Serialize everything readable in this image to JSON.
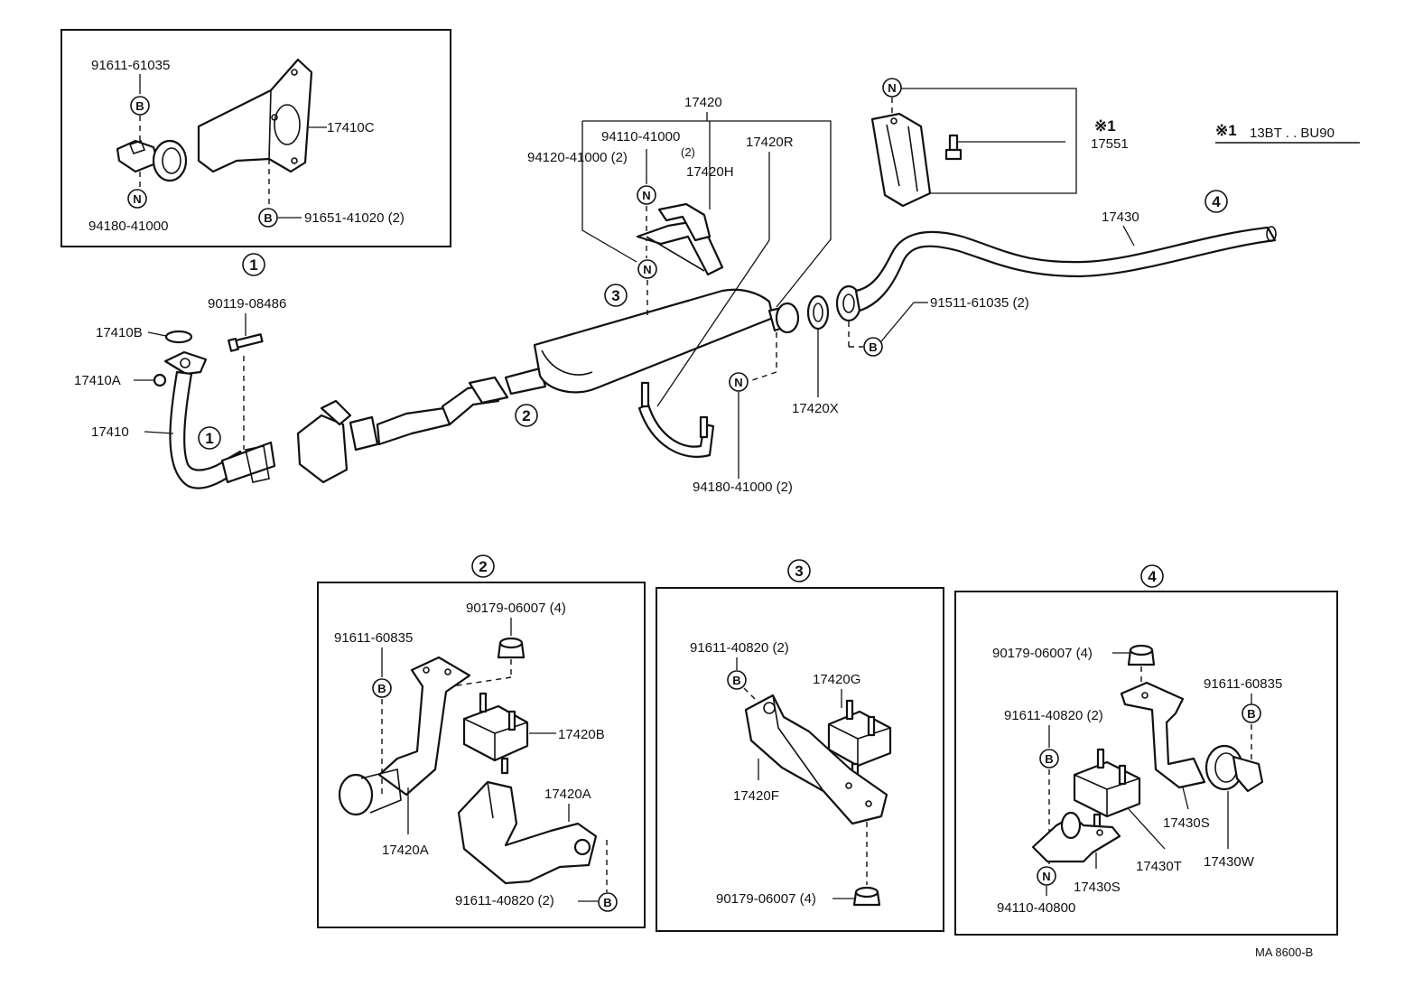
{
  "note": {
    "symbol": "※1",
    "text": "13BT . . BU90"
  },
  "diagram_code": "MA 8600-B",
  "callouts": {
    "c1": "1",
    "c2": "2",
    "c3": "3",
    "c4": "4"
  },
  "symbols": {
    "bolt": "B",
    "nut": "N",
    "asterisk_one": "※1"
  },
  "main": {
    "p17410B": "17410B",
    "p17410A": "17410A",
    "p17410": "17410",
    "p90119": "90119-08486",
    "p17420": "17420",
    "p94110": "94110-41000",
    "p94110_qty": "(2)",
    "p94120": "94120-41000 (2)",
    "p17420H": "17420H",
    "p17420R": "17420R",
    "p94180": "94180-41000 (2)",
    "p17420X": "17420X",
    "p91511": "91511-61035 (2)",
    "p17430": "17430",
    "p17551": "17551"
  },
  "inset1": {
    "p91611": "91611-61035",
    "p17410C": "17410C",
    "p94180": "94180-41000",
    "p91651": "91651-41020 (2)"
  },
  "inset2": {
    "p90179": "90179-06007 (4)",
    "p91611a": "91611-60835",
    "p17420B": "17420B",
    "p17420A_top": "17420A",
    "p17420A_bot": "17420A",
    "p91611b": "91611-40820 (2)"
  },
  "inset3": {
    "p91611": "91611-40820 (2)",
    "p17420G": "17420G",
    "p17420F": "17420F",
    "p90179": "90179-06007 (4)"
  },
  "inset4": {
    "p90179": "90179-06007 (4)",
    "p91611a": "91611-60835",
    "p91611b": "91611-40820 (2)",
    "p17430S_r": "17430S",
    "p17430T": "17430T",
    "p17430W": "17430W",
    "p17430S_b": "17430S",
    "p94110": "94110-40800"
  }
}
